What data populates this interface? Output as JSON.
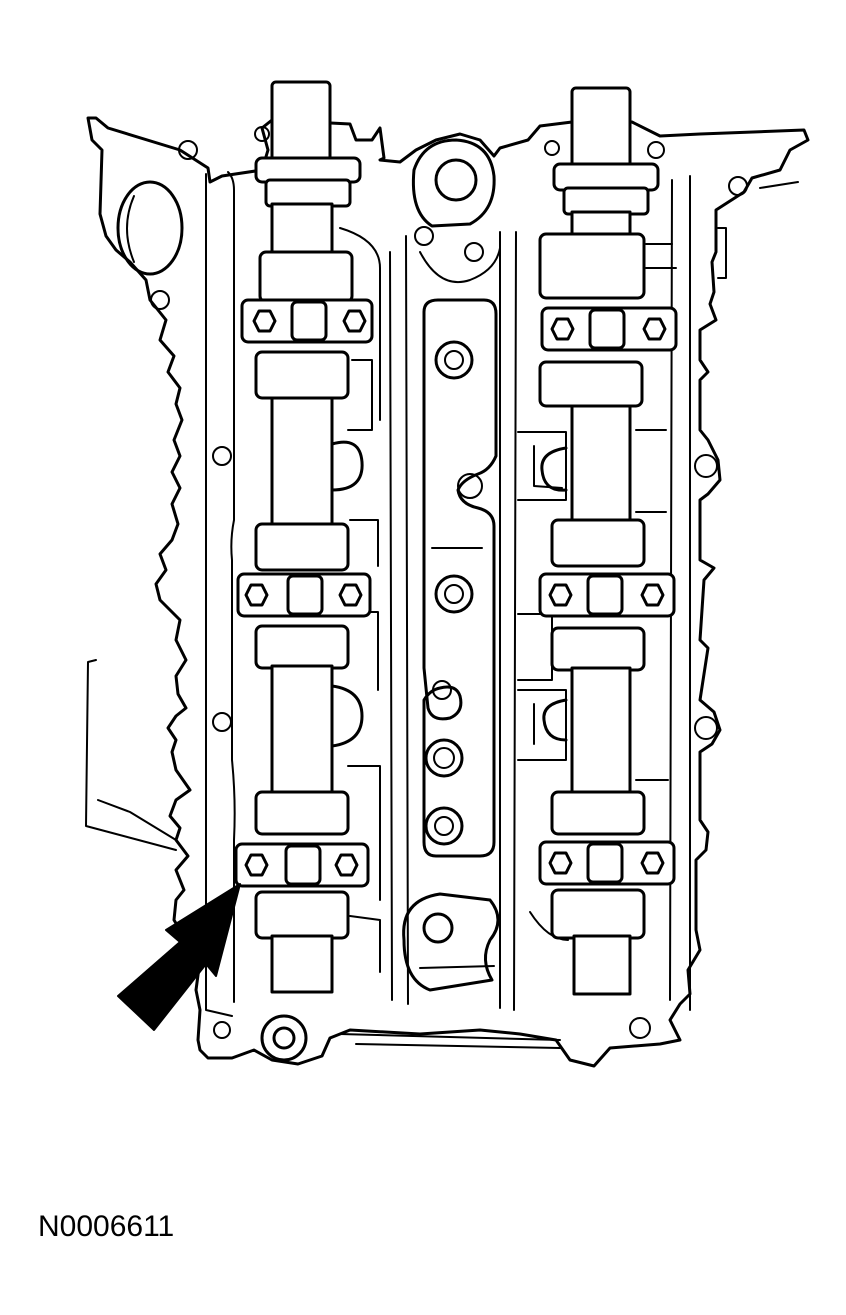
{
  "figure": {
    "id_label": "N0006611"
  },
  "diagram": {
    "subject": "cylinder-head-camshaft-bearing-caps",
    "camshaft_count": 2,
    "bearing_caps_per_camshaft": 3,
    "bolts_per_cap": 2,
    "arrow_target": "lower-left-bearing-cap",
    "stroke_color": "#000000",
    "background_color": "#ffffff"
  }
}
